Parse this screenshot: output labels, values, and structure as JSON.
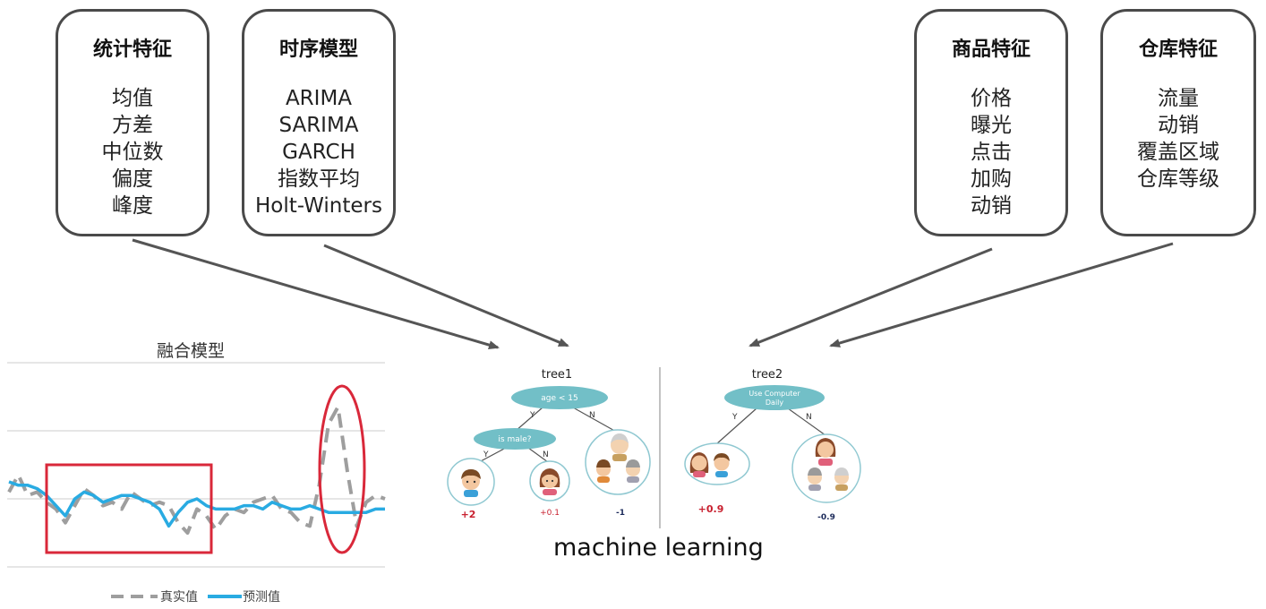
{
  "feature_boxes": {
    "stats": {
      "title": "统计特征",
      "items": [
        "均值",
        "方差",
        "中位数",
        "偏度",
        "峰度"
      ]
    },
    "timeseries": {
      "title": "时序模型",
      "items": [
        "ARIMA",
        "SARIMA",
        "GARCH",
        "指数平均",
        "Holt-Winters"
      ]
    },
    "product": {
      "title": "商品特征",
      "items": [
        "价格",
        "曝光",
        "点击",
        "加购",
        "动销"
      ]
    },
    "warehouse": {
      "title": "仓库特征",
      "items": [
        "流量",
        "动销",
        "覆盖区域",
        "仓库等级"
      ]
    }
  },
  "fusion_chart": {
    "title": "融合模型",
    "legend": {
      "actual": "真实值",
      "predicted": "预测值"
    },
    "colors": {
      "actual": "#9e9e9e",
      "predicted": "#29abe2",
      "highlight": "#d9283a",
      "grid": "#d8d8d8"
    }
  },
  "chart_data": {
    "type": "line",
    "title": "融合模型",
    "x": [
      0,
      1,
      2,
      3,
      4,
      5,
      6,
      7,
      8,
      9,
      10,
      11,
      12,
      13,
      14,
      15,
      16,
      17,
      18,
      19,
      20,
      21,
      22,
      23,
      24,
      25,
      26,
      27,
      28,
      29,
      30,
      31,
      32,
      33,
      34,
      35,
      36,
      37,
      38,
      39,
      40
    ],
    "series": [
      {
        "name": "真实值",
        "style": "dashed",
        "values": [
          0.1,
          0.35,
          0.05,
          0.1,
          -0.05,
          -0.15,
          -0.35,
          -0.1,
          0.15,
          0.05,
          -0.1,
          -0.05,
          -0.15,
          0.1,
          0.0,
          -0.1,
          -0.05,
          -0.1,
          -0.35,
          -0.5,
          -0.15,
          -0.25,
          -0.45,
          -0.25,
          -0.15,
          -0.2,
          -0.05,
          0.0,
          0.05,
          -0.15,
          -0.2,
          -0.35,
          -0.4,
          0.2,
          1.1,
          1.35,
          0.4,
          -0.4,
          -0.05,
          0.05,
          0.0
        ]
      },
      {
        "name": "预测值",
        "style": "solid",
        "values": [
          0.25,
          0.2,
          0.2,
          0.15,
          0.05,
          -0.1,
          -0.25,
          0.0,
          0.1,
          0.05,
          -0.05,
          0.0,
          0.05,
          0.05,
          0.0,
          -0.05,
          -0.15,
          -0.4,
          -0.2,
          -0.05,
          0.0,
          -0.1,
          -0.15,
          -0.15,
          -0.15,
          -0.1,
          -0.1,
          -0.15,
          -0.05,
          -0.1,
          -0.15,
          -0.15,
          -0.1,
          -0.15,
          -0.2,
          -0.2,
          -0.2,
          -0.2,
          -0.2,
          -0.15,
          -0.15
        ]
      }
    ],
    "grid": true,
    "legend_position": "bottom"
  },
  "trees": {
    "tree1": {
      "title": "tree1",
      "root": "age < 15",
      "child": "is male?",
      "yes": "Y",
      "no": "N",
      "leaves": [
        "+2",
        "+0.1",
        "-1"
      ]
    },
    "tree2": {
      "title": "tree2",
      "root_line1": "Use Computer",
      "root_line2": "Daily",
      "yes": "Y",
      "no": "N",
      "leaves": [
        "+0.9",
        "-0.9"
      ]
    },
    "colors": {
      "node": "#72bfc7",
      "leaf_pos": "#c8202f",
      "leaf_neg": "#1b2a5a",
      "circle": "#8fc8d1"
    }
  },
  "ml_label": "machine learning"
}
